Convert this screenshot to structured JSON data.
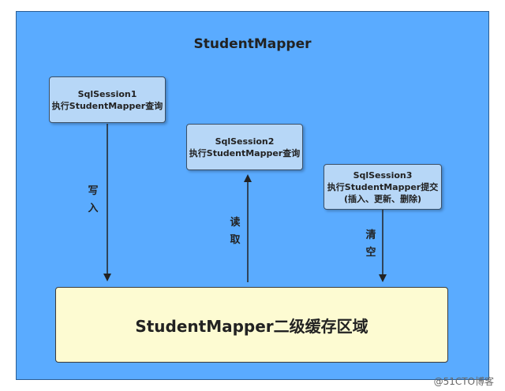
{
  "title": "StudentMapper",
  "sessions": [
    {
      "name": "SqlSession1",
      "action": "执行StudentMapper查询",
      "extra": ""
    },
    {
      "name": "SqlSession2",
      "action": "执行StudentMapper查询",
      "extra": ""
    },
    {
      "name": "SqlSession3",
      "action": "执行StudentMapper提交",
      "extra": "(插入、更新、删除)"
    }
  ],
  "cache_label": "StudentMapper二级缓存区域",
  "arrows": {
    "write_label": [
      "写",
      "入"
    ],
    "read_label": [
      "读",
      "取"
    ],
    "clear_label": [
      "清",
      "空"
    ]
  },
  "watermark": "@51CTO博客",
  "colors": {
    "outer_bg": "#5aabff",
    "session_bg": "#b7d7f7",
    "cache_bg": "#fdfbd2"
  }
}
